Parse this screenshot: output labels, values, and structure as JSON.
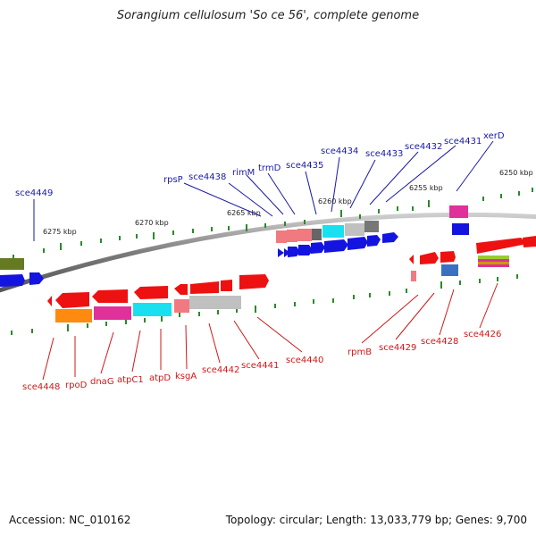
{
  "title": "Sorangium cellulosum 'So ce 56', complete genome",
  "accession": "Accession: NC_010162",
  "topology_info": "Topology: circular; Length: 13,033,779 bp; Genes: 9,700",
  "scale_labels": [
    "6250 kbp",
    "6255 kbp",
    "6260 kbp",
    "6265 kbp",
    "6270 kbp",
    "6275 kbp"
  ],
  "top_labels": [
    "sce4449",
    "rpsP",
    "sce4438",
    "rimM",
    "trmD",
    "sce4435",
    "sce4434",
    "sce4433",
    "sce4432",
    "sce4431",
    "xerD"
  ],
  "bottom_labels": [
    "sce4448",
    "rpoD",
    "dnaG",
    "atpC1",
    "atpD",
    "ksgA",
    "sce4442",
    "sce4441",
    "sce4440",
    "rpmB",
    "sce4429",
    "sce4428",
    "sce4426"
  ],
  "colors": {
    "top_label": "#1a1aa6",
    "bottom_label": "#d01818",
    "backbone": "#8a8a8a",
    "tick": "#2a8a2a"
  }
}
